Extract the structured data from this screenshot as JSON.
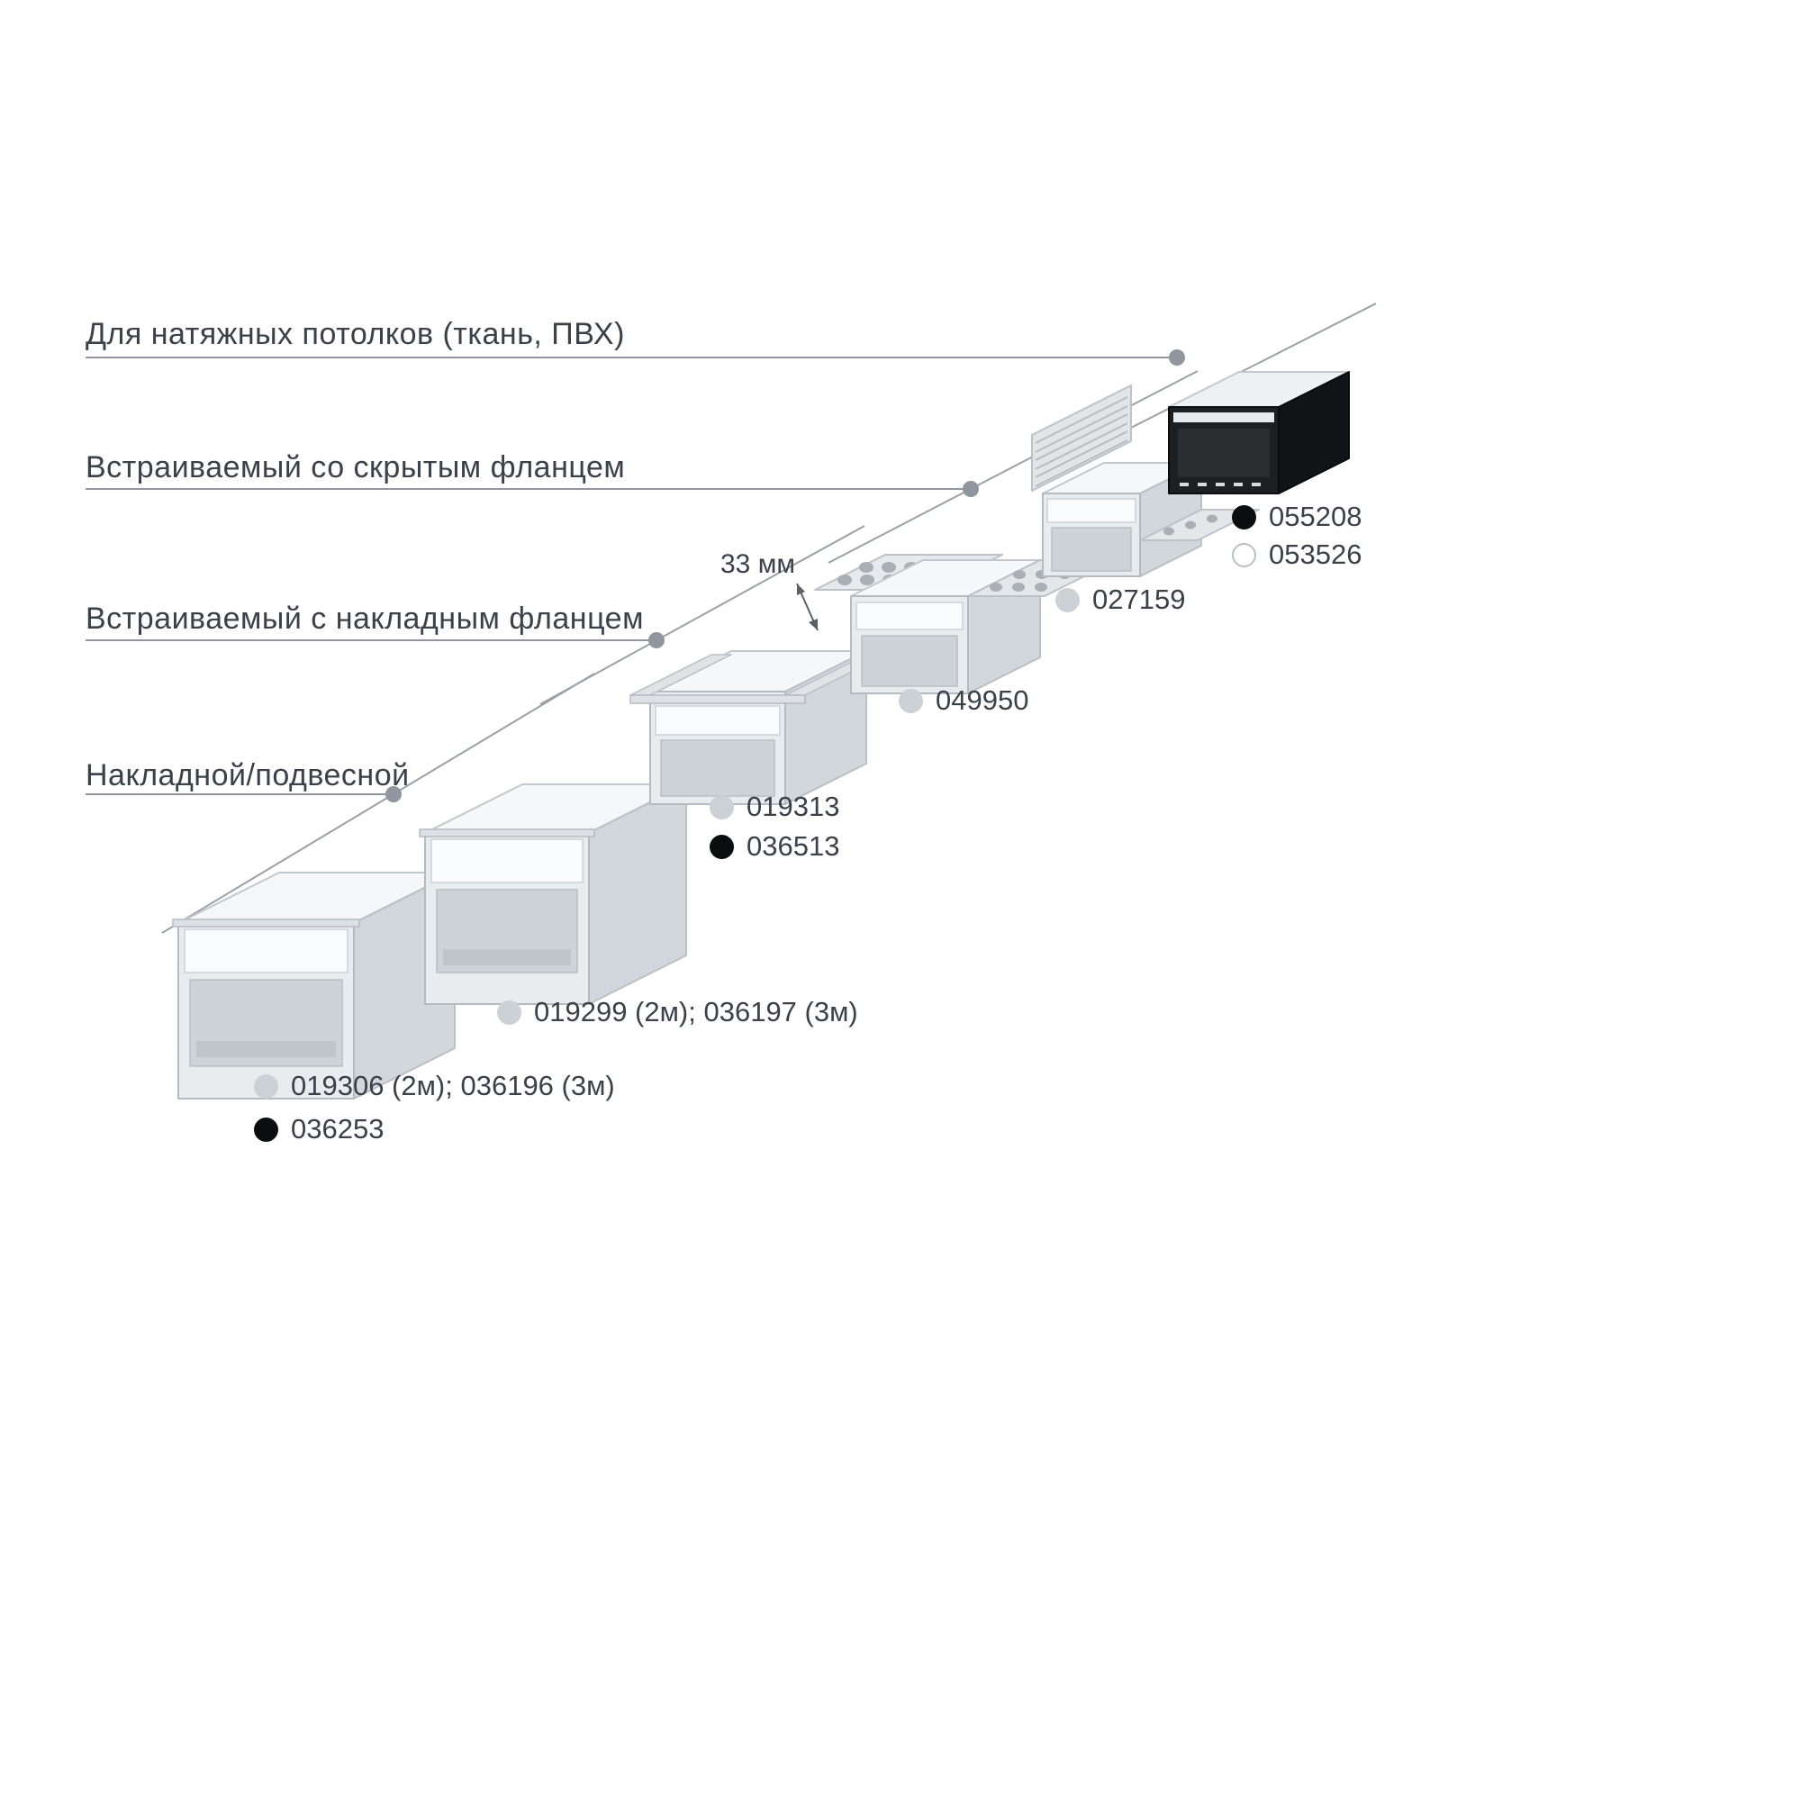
{
  "categories": [
    {
      "label": "Для натяжных потолков (ткань, ПВХ)"
    },
    {
      "label": "Встраиваемый со скрытым фланцем"
    },
    {
      "label": "Встраиваемый с накладным фланцем"
    },
    {
      "label": "Накладной/подвесной"
    }
  ],
  "annotation": {
    "dimension": "33 мм"
  },
  "products": [
    {
      "id": "surface-profile-large",
      "codes": [
        {
          "dot": "gray",
          "text": "019306 (2м); 036196 (3м)"
        },
        {
          "dot": "black",
          "text": "036253"
        }
      ]
    },
    {
      "id": "surface-profile-medium",
      "codes": [
        {
          "dot": "gray",
          "text": "019299 (2м); 036197 (3м)"
        }
      ]
    },
    {
      "id": "recessed-overlay-flange",
      "codes": [
        {
          "dot": "gray",
          "text": "019313"
        },
        {
          "dot": "black",
          "text": "036513"
        }
      ]
    },
    {
      "id": "recessed-perforated-flange",
      "codes": [
        {
          "dot": "gray",
          "text": "049950"
        }
      ]
    },
    {
      "id": "hidden-flange-plaster",
      "codes": [
        {
          "dot": "gray",
          "text": "027159"
        }
      ]
    },
    {
      "id": "stretch-ceiling-black",
      "codes": [
        {
          "dot": "black",
          "text": "055208"
        },
        {
          "dot": "white",
          "text": "053526"
        }
      ]
    }
  ],
  "colors": {
    "text": "#3b4148",
    "line": "#9aa1a7",
    "dot_gray": "#ccd1d5",
    "dot_black": "#0c0d0e",
    "profile_body": "#e9ecee",
    "profile_side": "#d2d7db",
    "profile_top": "#f5f7f8",
    "diffuser": "#fafbfc",
    "cavity": "#ced3d8",
    "profile_black": "#1d2023",
    "background": "#ffffff"
  }
}
